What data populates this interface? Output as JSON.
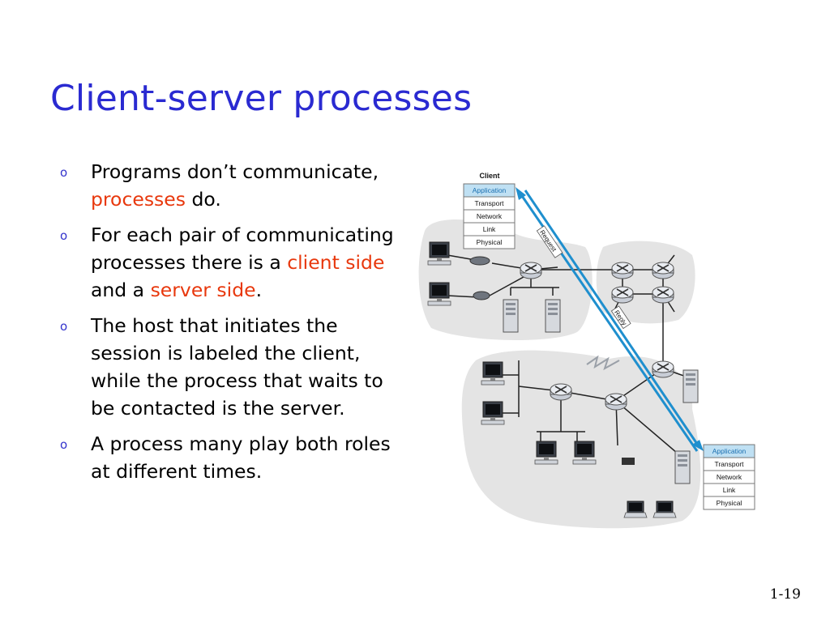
{
  "slide": {
    "title": "Client-server processes",
    "slide_number": "1-19",
    "bullet_marker": "o"
  },
  "bullets": [
    {
      "segments": [
        {
          "text": "Programs don’t communicate, ",
          "highlight": false
        },
        {
          "text": "processes",
          "highlight": true
        },
        {
          "text": " do.",
          "highlight": false
        }
      ]
    },
    {
      "segments": [
        {
          "text": "For each pair of communicating processes there is a ",
          "highlight": false
        },
        {
          "text": "client side",
          "highlight": true
        },
        {
          "text": " and a ",
          "highlight": false
        },
        {
          "text": "server side",
          "highlight": true
        },
        {
          "text": ".",
          "highlight": false
        }
      ]
    },
    {
      "segments": [
        {
          "text": "The host that initiates the session is labeled the client, while the process that waits to be contacted is the server.",
          "highlight": false
        }
      ]
    },
    {
      "segments": [
        {
          "text": "A process many play both roles at different times.",
          "highlight": false
        }
      ]
    }
  ],
  "diagram": {
    "client_label": "Client",
    "client_stack": [
      "Application",
      "Transport",
      "Network",
      "Link",
      "Physical"
    ],
    "server_stack": [
      "Application",
      "Transport",
      "Network",
      "Link",
      "Physical"
    ],
    "request_label": "Request",
    "reply_label": "Reply",
    "colors": {
      "arrow": "#1f8fce",
      "highlight_text": "#e8380d",
      "title": "#2a2ad1",
      "cloud": "#e4e4e4",
      "application_layer": "#bfe0f3"
    }
  }
}
